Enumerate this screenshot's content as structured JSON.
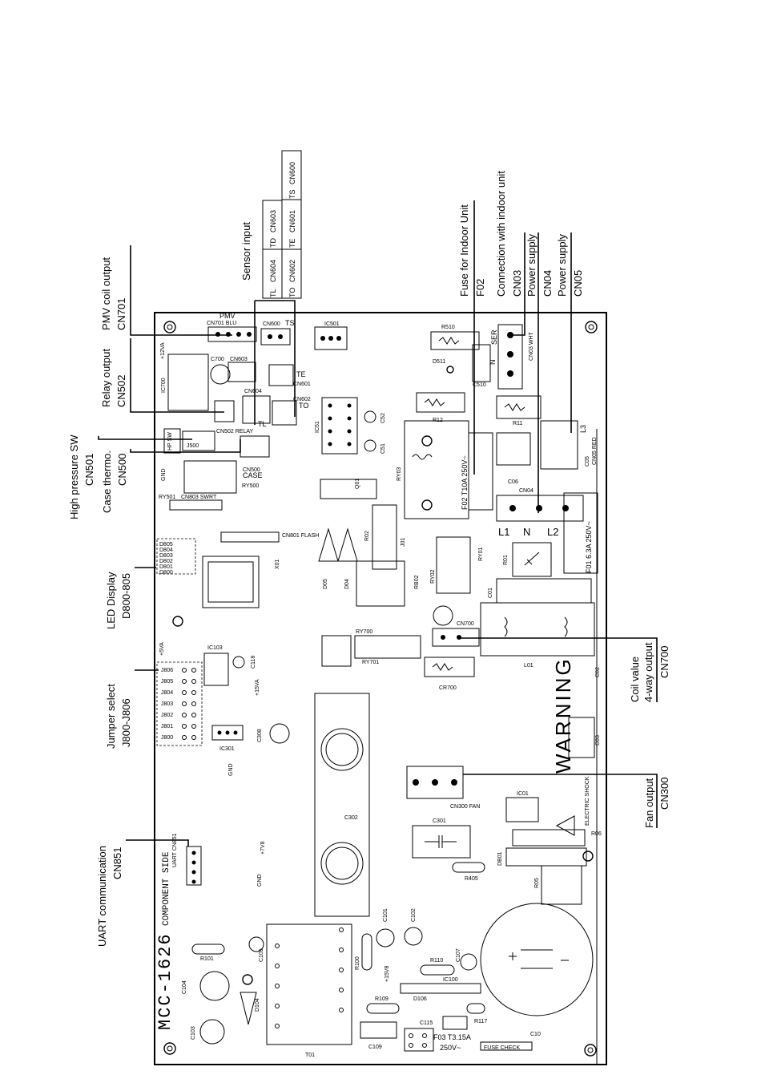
{
  "callouts": {
    "pmv_coil_output": "PMV coil output",
    "cn701": "CN701",
    "relay_output": "Relay output",
    "cn502": "CN502",
    "high_pressure_sw": "High pressure SW",
    "cn501": "CN501",
    "case_thermo": "Case thermo.",
    "cn500": "CN500",
    "led_display": "LED Display",
    "d800_805": "D800-805",
    "jumper_select": "Jumper select",
    "j800_j806": "J800-J806",
    "uart_communication": "UART communication",
    "cn851": "CN851",
    "sensor_input": "Sensor input",
    "fuse_indoor": "Fuse for Indoor Unit",
    "f02": "F02",
    "connection_indoor": "Connection with indoor unit",
    "cn03": "CN03",
    "power_supply_1": "Power supply",
    "cn04": "CN04",
    "power_supply_2": "Power supply",
    "cn05": "CN05",
    "coil_value": "Coil value",
    "four_way_output": "4-way output",
    "cn700": "CN700",
    "fan_output": "Fan output",
    "cn300": "CN300"
  },
  "sensor_table": [
    [
      "TL",
      "CN604",
      "TD",
      "CN603"
    ],
    [
      "TO",
      "CN602",
      "TE",
      "CN601",
      "TS",
      "CN600"
    ]
  ],
  "board": {
    "model": "MCC-1626",
    "side": "COMPONENT SIDE",
    "warning": "WARNING",
    "electric_shock": "ELECTRIC SHOCK",
    "fuse_check": "FUSE CHECK",
    "f01": "F01 6.3A 250V~",
    "f02_rating": "F02 T10A 250V~",
    "f03": "F03 T3.15A",
    "f03_v": "250V~",
    "pmv": "PMV",
    "cn701_blu": "CN701 BLU",
    "cn600": "CN600",
    "ts": "TS",
    "ic501": "IC501",
    "r510": "R510",
    "ser": "SER",
    "cn03_wht": "CN03 WHT",
    "n": "N",
    "l1": "L1",
    "l2": "L2",
    "l3": "L3",
    "cn05_red": "CN05 RED",
    "cn04": "CN04",
    "c06": "C06",
    "c05": "C05",
    "ry03": "RY03",
    "r12": "R12",
    "r11": "R11",
    "d511": "D511",
    "c510": "C510",
    "ic700": "IC700",
    "c700": "C700",
    "cn603": "CN603",
    "cn604": "CN604",
    "cn601": "CN601",
    "te": "TE",
    "cn602": "CN602",
    "to": "TO",
    "tl": "TL",
    "cn502_relay": "CN502 RELAY",
    "hp_sw": "HP SW",
    "j500": "J500",
    "case": "CASE",
    "cn500_b": "CN500",
    "ry500": "RY500",
    "ic51": "IC51",
    "c52": "C52",
    "c51": "C51",
    "q01": "Q01",
    "ry501": "RY501",
    "cn803_swrt": "CN803 SWRT",
    "cn801_flash": "CN801 FLASH",
    "x01": "X01",
    "r02": "R02",
    "j01": "J01",
    "d05": "D05",
    "d04": "D04",
    "rb02": "RB02",
    "ry02": "RY02",
    "ry01": "RY01",
    "r01": "R01",
    "c01": "C01",
    "cn700_b": "CN700",
    "ry700": "RY700",
    "ry701": "RY701",
    "cr700": "CR700",
    "l01": "L01",
    "c02": "C02",
    "c03": "C03",
    "ic103": "IC103",
    "ic301": "IC301",
    "c301": "C301",
    "cn300_fan": "CN300 FAN",
    "ic01": "IC01",
    "r06": "R06",
    "db01": "DB01",
    "r05": "R05",
    "r405": "R405",
    "cn851_uart": "UART CN851",
    "r101": "R101",
    "c104": "C104",
    "c103": "C103",
    "d104": "D104",
    "c105": "C105",
    "t01": "T01",
    "c109": "C109",
    "r100": "R100",
    "c101": "C101",
    "c102": "C102",
    "r110": "R110",
    "c107": "C107",
    "ic100": "IC100",
    "r109": "R109",
    "d106": "D106",
    "c115": "C115",
    "r117": "R117",
    "c10": "C10",
    "plus5va": "+5VA",
    "plus12va": "+12VA",
    "gnd": "GND",
    "plus15va": "+15VA",
    "plus7v8": "+7V8",
    "plus15v8": "+15V8",
    "j806": "J806",
    "j805": "J805",
    "j804": "J804",
    "j803": "J803",
    "j802": "J802",
    "j801": "J801",
    "j800": "J800",
    "d800": "D800",
    "d801": "D801",
    "d802": "D802",
    "d803": "D803",
    "d804": "D804",
    "d805": "D805",
    "c118": "C118",
    "c308": "C308",
    "c302": "C302"
  }
}
